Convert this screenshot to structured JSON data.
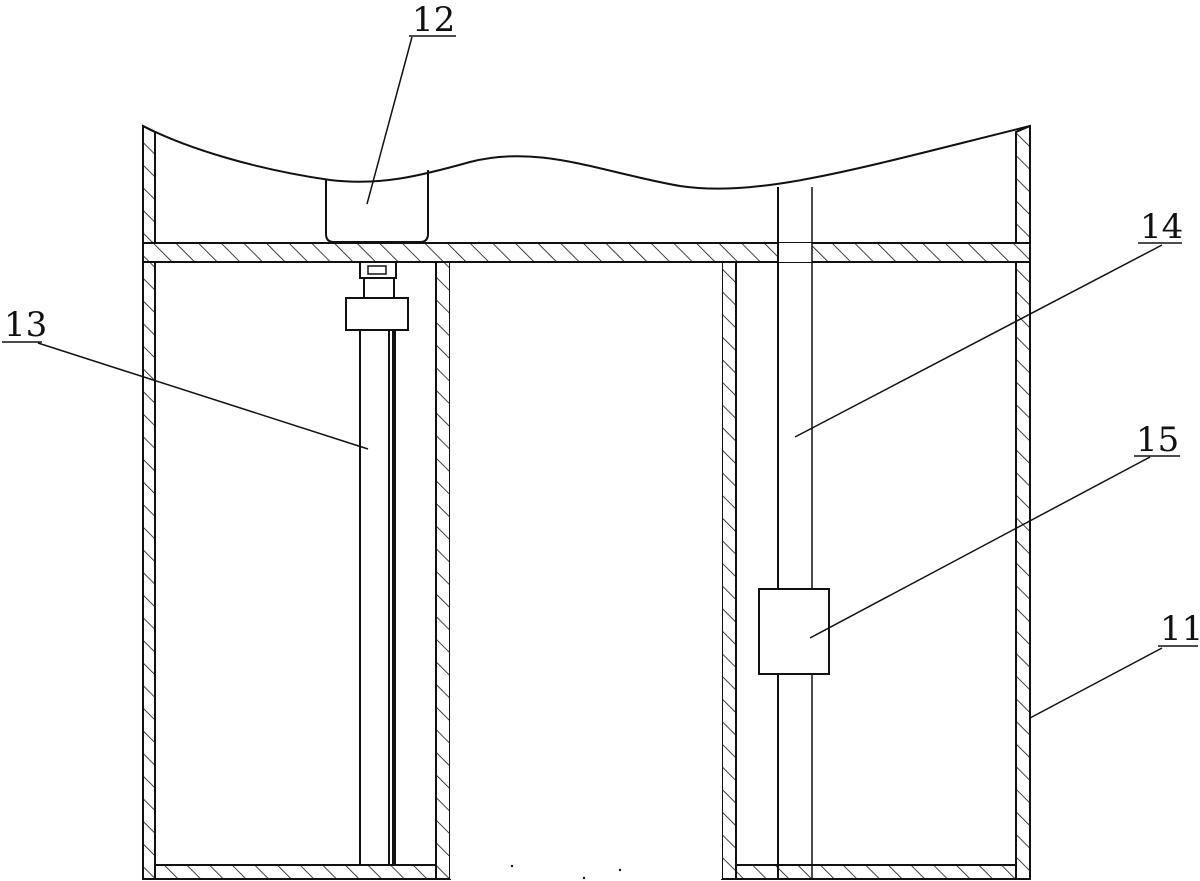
{
  "labels": {
    "housing": "11",
    "top_block": "12",
    "left_rod": "13",
    "right_rod": "14",
    "slider_block": "15"
  },
  "colors": {
    "line": "#111111",
    "background": "#ffffff"
  }
}
